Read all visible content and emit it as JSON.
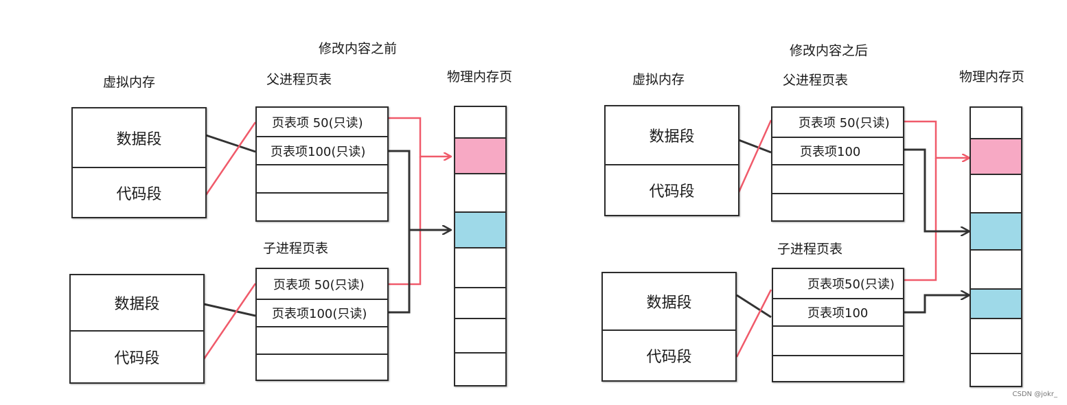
{
  "colors": {
    "pink_page": "#f7a9c4",
    "blue_page": "#9ed9e8",
    "red_wire": "#f05a6a",
    "dark_wire": "#333333"
  },
  "left": {
    "title": "修改内容之前",
    "virtual_memory_label": "虚拟内存",
    "parent_table_label": "父进程页表",
    "child_table_label": "子进程页表",
    "physical_memory_label": "物理内存页",
    "parent_vm": {
      "data_segment": "数据段",
      "code_segment": "代码段"
    },
    "child_vm": {
      "data_segment": "数据段",
      "code_segment": "代码段"
    },
    "parent_entries": [
      "页表项 50(只读)",
      "页表项100(只读)",
      "",
      ""
    ],
    "child_entries": [
      "页表项 50(只读)",
      "页表项100(只读)",
      "",
      ""
    ]
  },
  "right": {
    "title": "修改内容之后",
    "virtual_memory_label": "虚拟内存",
    "parent_table_label": "父进程页表",
    "child_table_label": "子进程页表",
    "physical_memory_label": "物理内存页",
    "parent_vm": {
      "data_segment": "数据段",
      "code_segment": "代码段"
    },
    "child_vm": {
      "data_segment": "数据段",
      "code_segment": "代码段"
    },
    "parent_entries": [
      "页表项 50(只读)",
      "页表项100",
      "",
      ""
    ],
    "child_entries": [
      "页表项50(只读)",
      "页表项100",
      "",
      ""
    ]
  },
  "watermark": "CSDN @jokr_"
}
